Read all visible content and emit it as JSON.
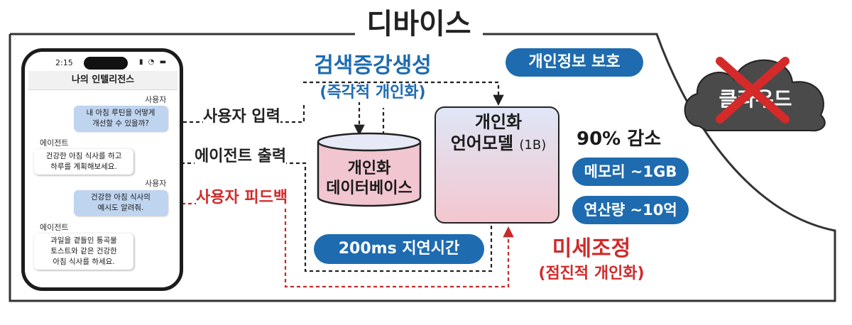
{
  "device": {
    "title": "디바이스"
  },
  "phone": {
    "time": "2:15",
    "status_icons": "▮ ◔ ▬",
    "header": "나의 인텔리전스",
    "messages": [
      {
        "role": "user",
        "speaker": "사용자",
        "text_lines": [
          "내 아침 루틴을 어떻게",
          "개선할 수 있을까?"
        ]
      },
      {
        "role": "agent",
        "speaker": "에이전트",
        "text_lines": [
          "건강한 아침 식사를 하고",
          "하루를 계획해보세요."
        ]
      },
      {
        "role": "user",
        "speaker": "사용자",
        "text_lines": [
          "건강한 아침 식사의",
          "예시도 알려줘."
        ]
      },
      {
        "role": "agent",
        "speaker": "에이전트",
        "text_lines": [
          "과일을 곁들인 통곡물",
          "토스트와 같은 건강한",
          "아침 식사를 하세요."
        ]
      }
    ]
  },
  "arrows": {
    "user_input": "사용자 입력",
    "agent_output": "에이전트 출력",
    "user_feedback": "사용자 피드백"
  },
  "rag": {
    "title": "검색증강생성",
    "subtitle": "(즉각적 개인화)"
  },
  "database": {
    "line1": "개인화",
    "line2": "데이터베이스"
  },
  "model": {
    "line1": "개인화",
    "line2": "언어모델",
    "size": "(1B)"
  },
  "privacy": {
    "label": "개인정보 보호"
  },
  "reduction": {
    "title": "90% 감소",
    "memory": "메모리 ~1GB",
    "compute": "연산량 ~10억"
  },
  "latency": {
    "label": "200ms 지연시간"
  },
  "finetune": {
    "title": "미세조정",
    "subtitle": "(점진적 개인화)"
  },
  "cloud": {
    "label": "클라우드"
  },
  "colors": {
    "accent_blue": "#1e6bb0",
    "accent_red": "#d12a2a",
    "cloud_fill": "#4a4a4a",
    "cross": "#d42a2a"
  }
}
